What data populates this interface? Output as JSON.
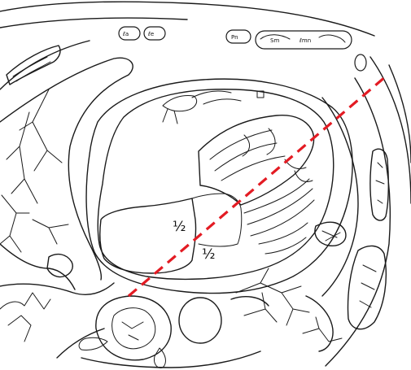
{
  "diagram": {
    "labels": {
      "upper_half": "½",
      "lower_half": "½"
    },
    "top_tags": [
      "ℓa",
      "ℓe",
      "Pn",
      "Sm",
      "ℓmn"
    ],
    "cut_line_color": "#e31b23",
    "ink_color": "#1a1a1a"
  }
}
